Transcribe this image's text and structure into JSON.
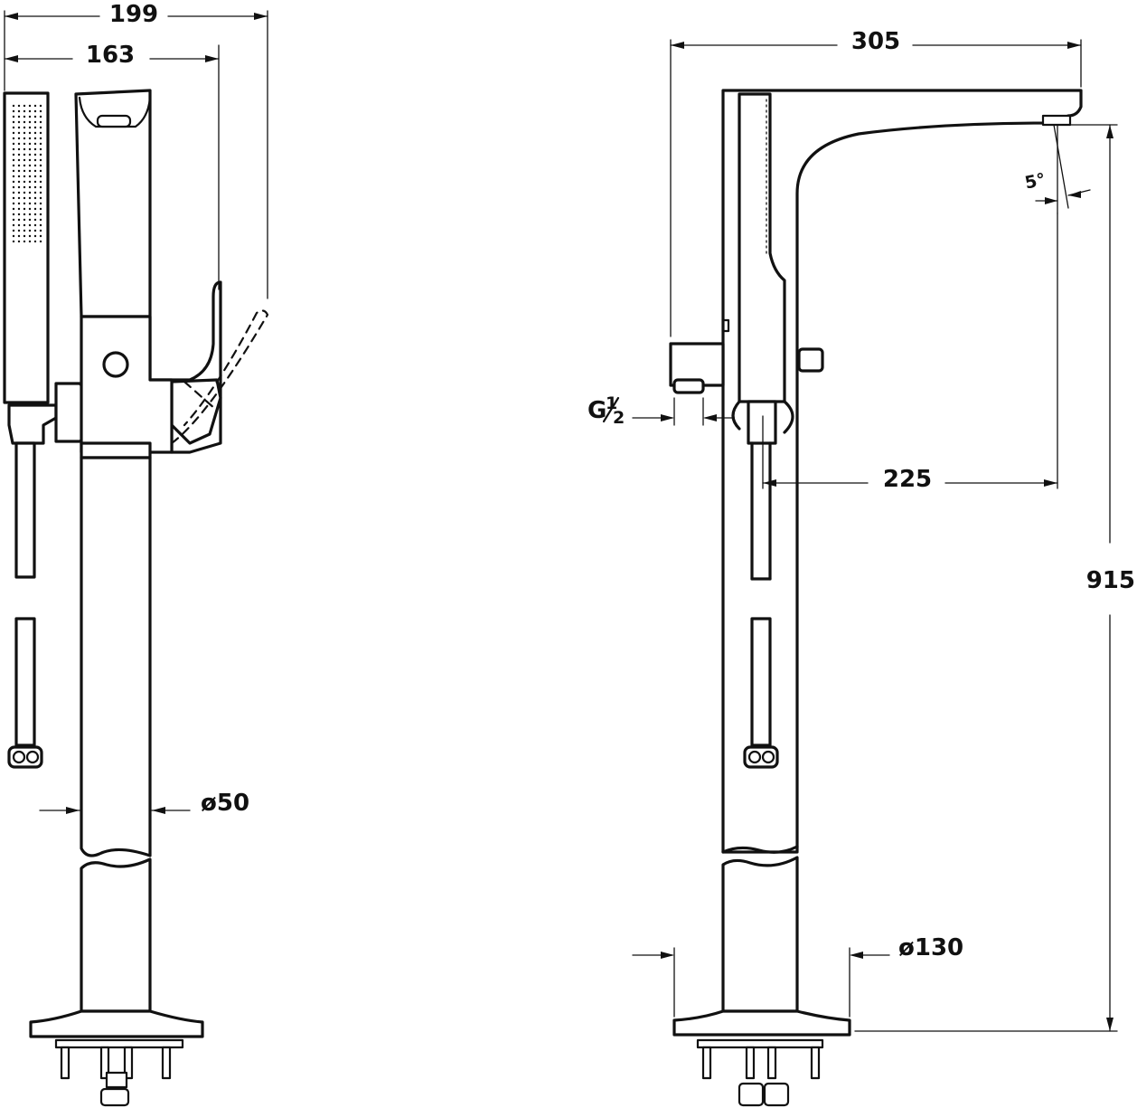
{
  "dimensions": {
    "side_total_width": "199",
    "side_body_width": "163",
    "column_diameter": "ø50",
    "front_spout_width": "305",
    "spout_angle": "5°",
    "inlet_thread_main": "G",
    "inlet_thread_num": "1",
    "inlet_thread_den": "2",
    "spout_reach": "225",
    "total_height": "915",
    "base_diameter": "ø130"
  },
  "colors": {
    "line": "#111111",
    "background": "#ffffff"
  }
}
